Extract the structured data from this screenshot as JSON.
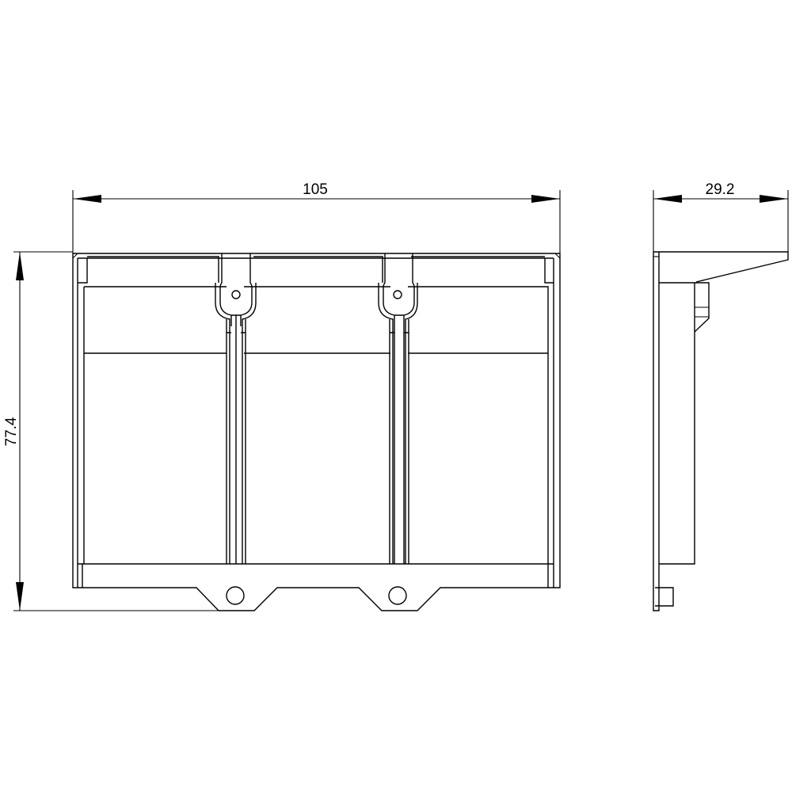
{
  "drawing": {
    "type": "technical-drawing",
    "views": [
      {
        "name": "front-view"
      },
      {
        "name": "side-view"
      }
    ],
    "dimensions": {
      "width": "105",
      "height": "77.4",
      "depth": "29.2"
    },
    "colors": {
      "line": "#000000",
      "background": "#ffffff"
    }
  }
}
